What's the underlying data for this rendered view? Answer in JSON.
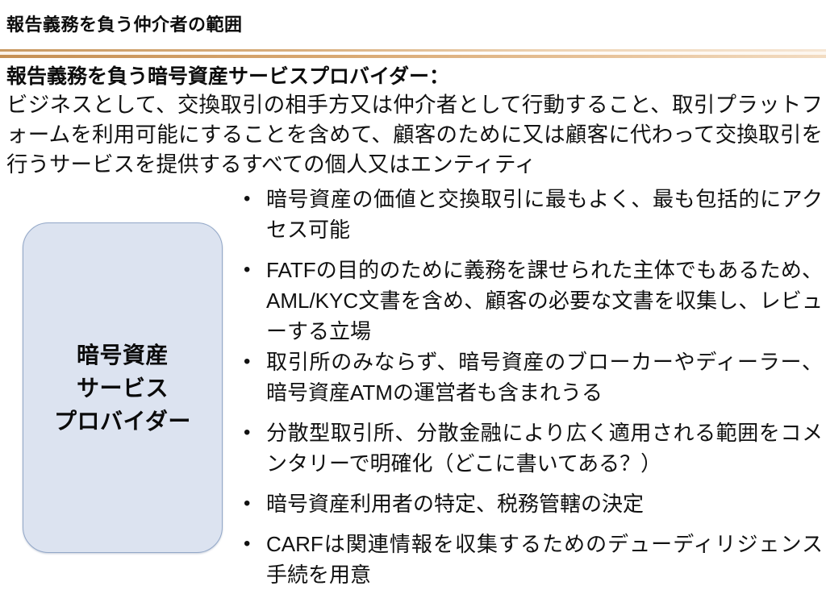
{
  "slide": {
    "title": "報告義務を負う仲介者の範囲",
    "sub_heading": "報告義務を負う暗号資産サービスプロバイダー：",
    "intro_paragraph": "ビジネスとして、交換取引の相手方又は仲介者として行動すること、取引プラットフォームを利用可能にすることを含めて、顧客のために又は顧客に代わって交換取引を行うサービスを提供するすべての個人又はエンティティ",
    "divider_colors": {
      "top": "#c99a63",
      "highlight": "#f6e6d4",
      "bottom": "#c58f53"
    }
  },
  "category_box": {
    "label": "暗号資産\nサービス\nプロバイダー",
    "fill_color": "#dce3f0",
    "border_color": "#93a8c8"
  },
  "bullets": [
    {
      "marker": "•",
      "text": "暗号資産の価値と交換取引に最もよく、最も包括的にアクセス可能"
    },
    {
      "marker": "•",
      "text": "FATFの目的のために義務を課せられた主体でもあるため、AML/KYC文書を含め、顧客の必要な文書を収集し、レビューする立場"
    },
    {
      "marker": "•",
      "text": "取引所のみならず、暗号資産のブローカーやディーラー、暗号資産ATMの運営者も含まれうる"
    },
    {
      "marker": "•",
      "text": "分散型取引所、分散金融により広く適用される範囲をコメンタリーで明確化（どこに書いてある？）"
    },
    {
      "marker": "•",
      "text": "暗号資産利用者の特定、税務管轄の決定"
    },
    {
      "marker": "•",
      "text": "CARFは関連情報を収集するためのデューディリジェンス手続を用意"
    }
  ]
}
